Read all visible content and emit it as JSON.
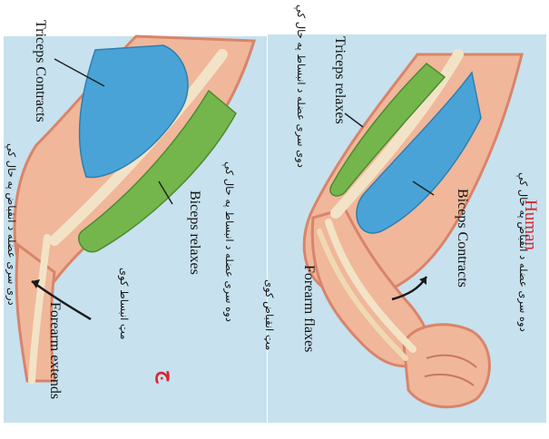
{
  "panels": {
    "right": {
      "title": "Human",
      "labels": {
        "triceps": "Triceps relaxes",
        "triceps_fa": "دوی سری عضله د انبساط په حال کې",
        "biceps": "Biceps Contracts",
        "biceps_fa": "دوه سری عضله د انقباض په حال کې",
        "forearm": "Forearm flaxes",
        "forearm_fa": "مټ انقباض کوی"
      }
    },
    "left": {
      "mark": "ج",
      "labels": {
        "triceps": "Triceps Contracts",
        "biceps": "Biceps relaxes",
        "biceps_fa": "دوه سری عضله د انبساط په حال کې",
        "forearm": "Forearm extends",
        "forearm_fa": "مټ انبساط کوی",
        "triceps_fa": "دری سری عضله د انقباض په حال کې"
      }
    }
  },
  "colors": {
    "background": "#c7e1ee",
    "skin": "#f0b79a",
    "skin_shadow": "#d9846a",
    "bone": "#f3e3c6",
    "biceps_contracted": "#4aa3d6",
    "triceps_relaxed": "#74b64b",
    "title_red": "#d8262f"
  }
}
